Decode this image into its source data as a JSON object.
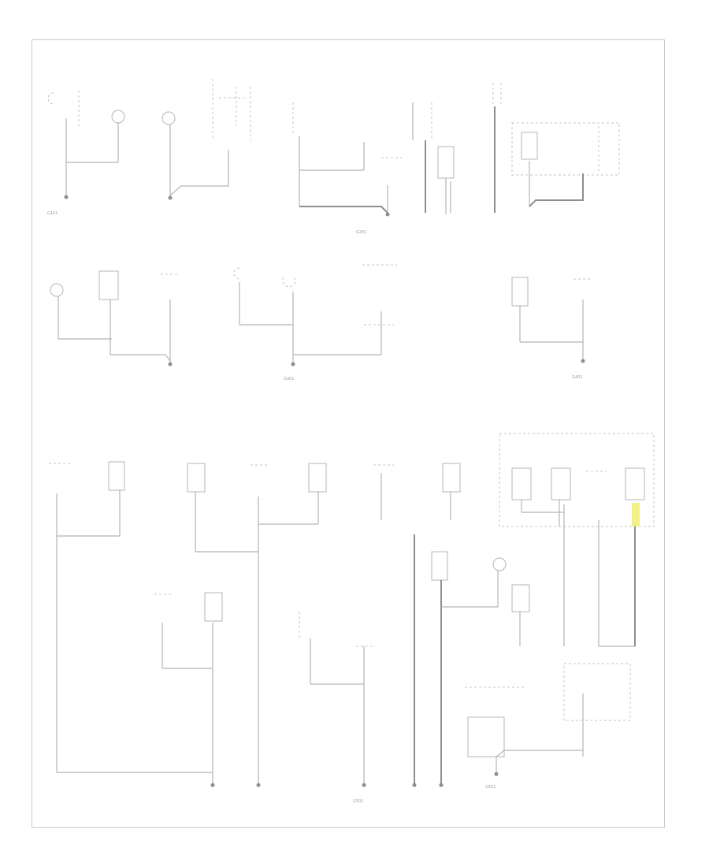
{
  "diagram": {
    "footer_label": "",
    "ground_labels": [
      "G101",
      "G201",
      "G301",
      "G401",
      "G501",
      "G551"
    ],
    "component_captions": [],
    "wire_colors": [
      "BLK",
      "BLK/YEL",
      "BLK/RED"
    ],
    "highlight_color": "#f3f08a"
  }
}
